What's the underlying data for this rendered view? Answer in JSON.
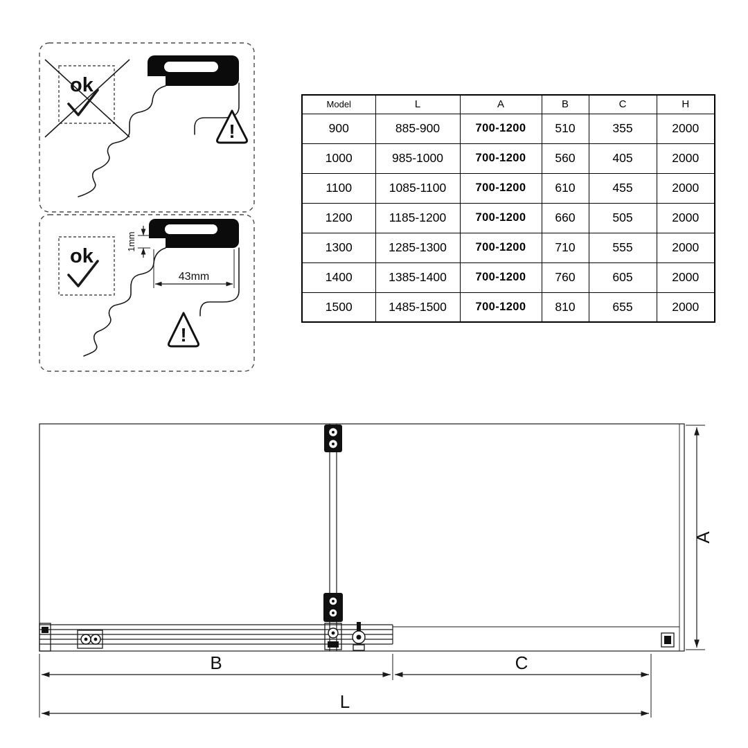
{
  "instructions": {
    "warning_mark": "!",
    "wrong": {
      "ok_label": "ok"
    },
    "right": {
      "ok_label": "ok",
      "dim_1mm": "1mm",
      "dim_43mm": "43mm"
    }
  },
  "table": {
    "headers": [
      "Model",
      "L",
      "A",
      "B",
      "C",
      "H"
    ],
    "rows": [
      [
        "900",
        "885-900",
        "700-1200",
        "510",
        "355",
        "2000"
      ],
      [
        "1000",
        "985-1000",
        "700-1200",
        "560",
        "405",
        "2000"
      ],
      [
        "1100",
        "1085-1100",
        "700-1200",
        "610",
        "455",
        "2000"
      ],
      [
        "1200",
        "1185-1200",
        "700-1200",
        "660",
        "505",
        "2000"
      ],
      [
        "1300",
        "1285-1300",
        "700-1200",
        "710",
        "555",
        "2000"
      ],
      [
        "1400",
        "1385-1400",
        "700-1200",
        "760",
        "605",
        "2000"
      ],
      [
        "1500",
        "1485-1500",
        "700-1200",
        "810",
        "655",
        "2000"
      ]
    ]
  },
  "drawing": {
    "dim_b": "B",
    "dim_c": "C",
    "dim_l": "L",
    "dim_a": "A"
  }
}
